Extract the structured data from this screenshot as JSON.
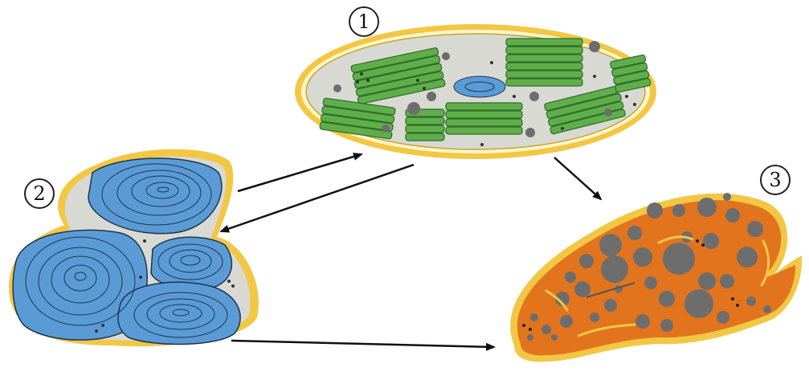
{
  "labels": {
    "one": "1",
    "two": "2",
    "three": "3"
  },
  "colors": {
    "membrane": "#f2c744",
    "cytoplasm_chloroplast": "#d9d9d3",
    "grana": "#5fae4a",
    "grana_dark": "#2e6b2a",
    "leucoplast_body": "#5b9bd5",
    "leucoplast_line": "#1c3550",
    "chromoplast_body": "#e2741e",
    "chromoplast_granule": "#6d6d6d",
    "arrow": "#111111"
  },
  "icons": {
    "chloroplast": "chloroplast-icon",
    "leucoplast": "leucoplast-icon",
    "chromoplast": "chromoplast-icon"
  }
}
